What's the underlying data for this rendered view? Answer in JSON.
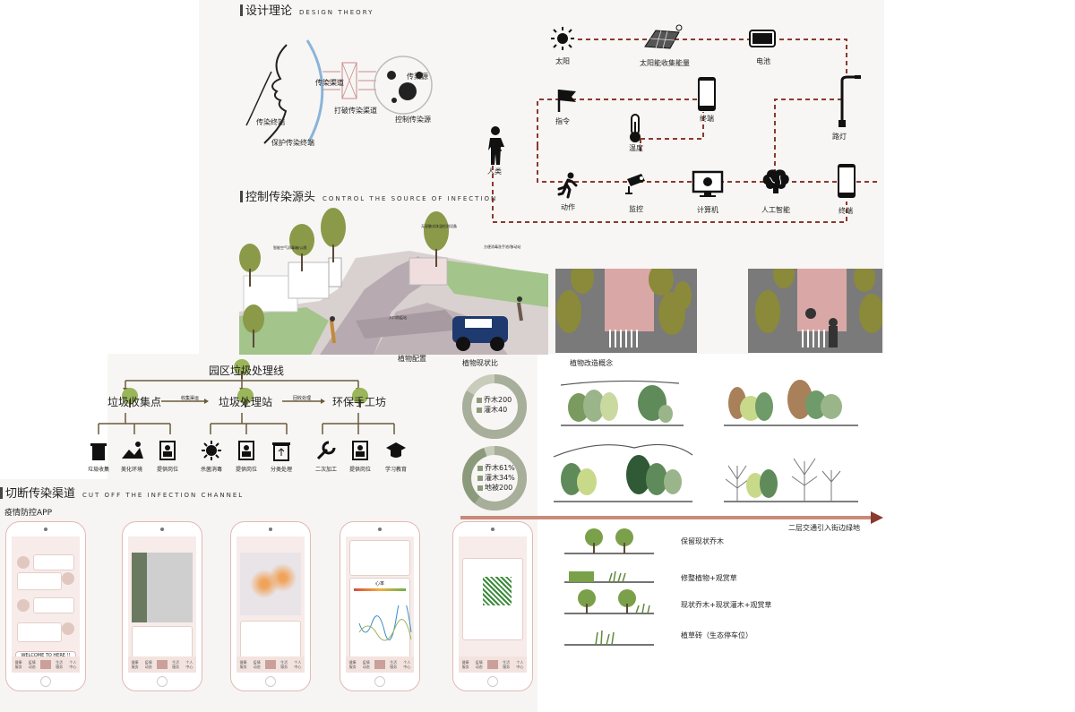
{
  "design_theory": {
    "title": "设计理论",
    "title_en": "DESIGN THEORY",
    "chain_labels": {
      "terminal": "传染终端",
      "protect_terminal": "保护传染终端",
      "channel": "传染渠道",
      "break_channel": "打破传染渠道",
      "source": "传染源",
      "control_source": "控制传染源"
    },
    "system_nodes": {
      "sun": "太阳",
      "solar": "太阳能收集能量",
      "battery": "电池",
      "flag": "指令",
      "phone_top": "终端",
      "streetlight": "路灯",
      "human": "人类",
      "temperature": "温度",
      "action": "动作",
      "camera": "监控",
      "computer": "计算机",
      "ai": "人工智能",
      "phone_bottom": "终端"
    }
  },
  "control_source": {
    "title": "控制传染源头",
    "title_en": "CONTROL THE SOURCE OF INFECTION",
    "scene_labels": {
      "a": "智能空气消毒箱/公厕",
      "b": "无接触式体温检测设备",
      "c": "方便消毒洗手池/移动站",
      "d": "入口防疫站"
    },
    "caption_plants": "植物配置",
    "caption_status": "植物现状比",
    "caption_concept": "植物改造概念"
  },
  "waste": {
    "title": "园区垃圾处理线",
    "node1": "垃圾收集点",
    "node2": "垃圾处理站",
    "node3": "环保手工坊",
    "edge1": "收集渠运",
    "edge2": "回收处理",
    "icons": [
      {
        "icon": "trash-icon",
        "label": "垃圾收集"
      },
      {
        "icon": "landscape-icon",
        "label": "美化环境"
      },
      {
        "icon": "worker-icon",
        "label": "提供岗位"
      },
      {
        "icon": "virus-icon",
        "label": "杀菌消毒"
      },
      {
        "icon": "worker-icon",
        "label": "提供岗位"
      },
      {
        "icon": "recycle-bin-icon",
        "label": "分类处理"
      },
      {
        "icon": "wrench-icon",
        "label": "二次加工"
      },
      {
        "icon": "worker-icon",
        "label": "提供岗位"
      },
      {
        "icon": "graduation-cap-icon",
        "label": "学习教育"
      }
    ]
  },
  "donuts": {
    "top": {
      "lines": [
        "乔木200",
        "灌木40"
      ]
    },
    "bottom": {
      "lines": [
        "乔木61%",
        "灌木34%",
        "地被200"
      ]
    }
  },
  "cutoff": {
    "title": "切断传染渠道",
    "title_en": "CUT OFF THE INFECTION CHANNEL",
    "app_label": "疫情防控APP",
    "phones": [
      {
        "banner": "WELCOME TO HERE !!"
      },
      {
        "banner": ""
      },
      {
        "banner": ""
      },
      {
        "banner": "心率"
      },
      {
        "banner": ""
      }
    ],
    "tabs": [
      "健康\n服务",
      "疫情\n动态",
      "",
      "生活\n服务",
      "个人\n中心"
    ]
  },
  "road_caption": "二层交通引入街边绿地",
  "planting_rows": [
    {
      "label": "保留现状乔木"
    },
    {
      "label": "修整植物+观赏草"
    },
    {
      "label": "现状乔木+现状灌木+观赏草"
    },
    {
      "label": "植草砖（生态停车位）"
    }
  ],
  "colors": {
    "accent_red": "#8a3a2e",
    "tree_green": "#8a9a48",
    "donut_gray": "#a7ae99"
  }
}
